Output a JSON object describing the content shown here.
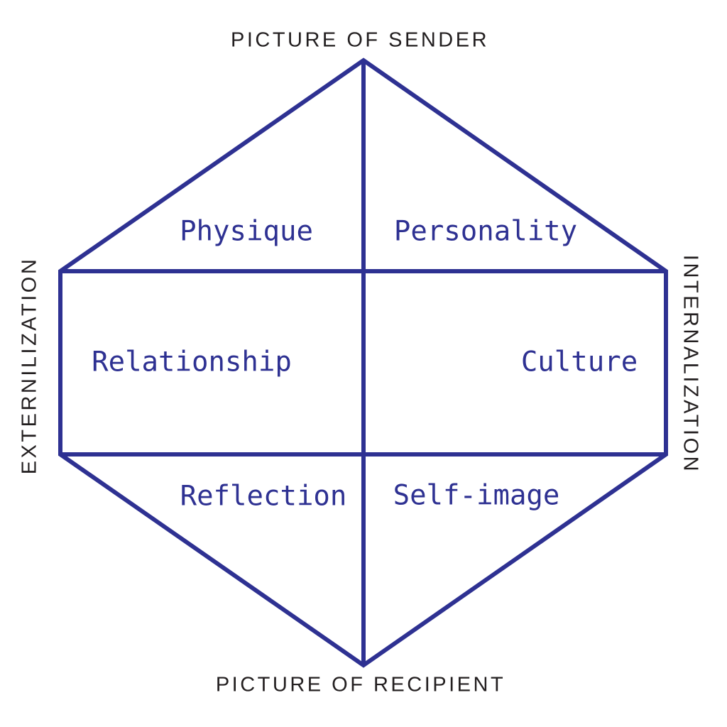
{
  "diagram": {
    "top_caption": "PICTURE OF SENDER",
    "bottom_caption": "PICTURE OF RECIPIENT",
    "left_axis": "EXTERNILIZATION",
    "right_axis": "INTERNALIZATION",
    "quadrants": {
      "top_left": "Physique",
      "top_right": "Personality",
      "middle_left": "Relationship",
      "middle_right": "Culture",
      "bottom_left": "Reflection",
      "bottom_right": "Self-image"
    },
    "colors": {
      "line": "#2e3192",
      "quadrant_text": "#2e3192",
      "caption_text": "#231f20",
      "background": "#ffffff"
    }
  }
}
